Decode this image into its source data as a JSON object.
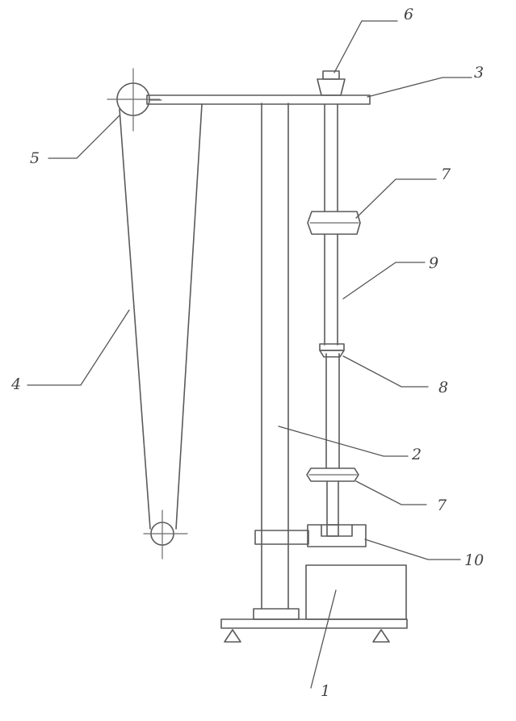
{
  "diagram": {
    "labels": {
      "base_box": "1",
      "column": "2",
      "top_arm": "3",
      "cable_loop": "4",
      "top_pulley": "5",
      "top_bearing": "6",
      "upper_clamp": "7",
      "middle_clamp": "8",
      "vertical_shaft": "9",
      "lower_clamp": "7",
      "drive_coupling": "10"
    }
  }
}
